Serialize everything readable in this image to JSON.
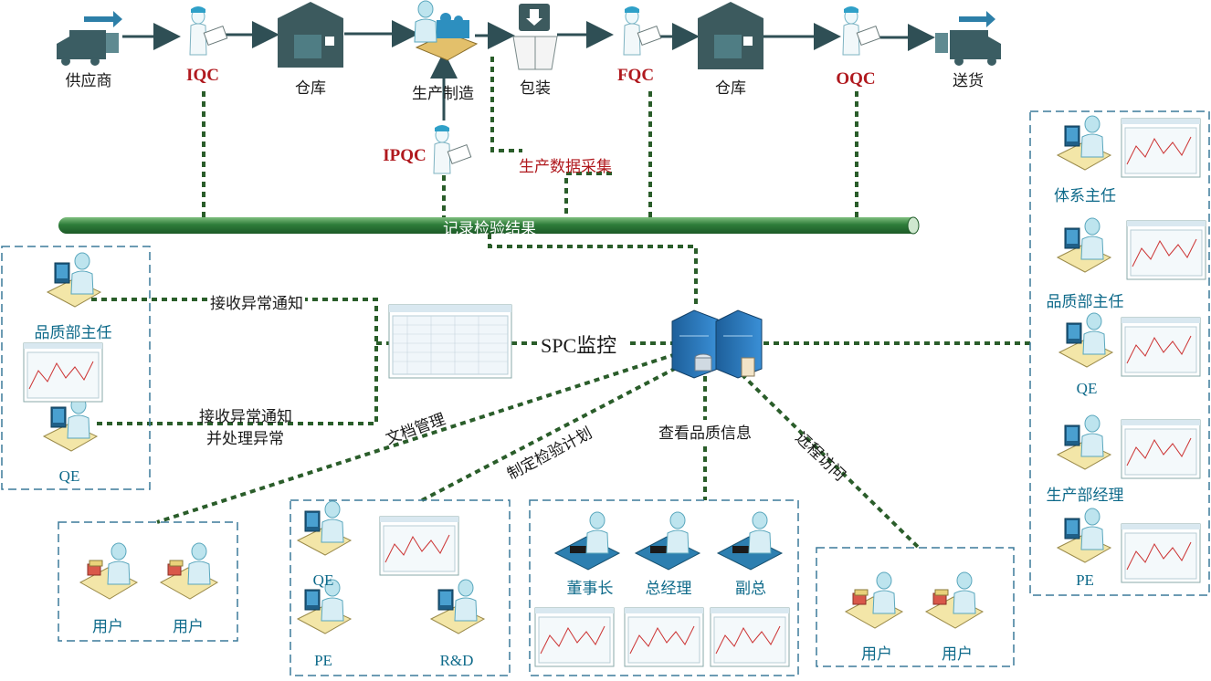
{
  "process": {
    "supplier": "供应商",
    "iqc": "IQC",
    "warehouse1": "仓库",
    "manufacturing": "生产制造",
    "packaging": "包装",
    "fqc": "FQC",
    "warehouse2": "仓库",
    "oqc": "OQC",
    "delivery": "送货",
    "ipqc": "IPQC",
    "data_collection": "生产数据采集",
    "record_bar": "记录检验结果"
  },
  "left_panel": {
    "quality_manager": "品质部主任",
    "qe": "QE",
    "receive_notice": "接收异常通知",
    "receive_handle_line1": "接收异常通知",
    "receive_handle_line2": "并处理异常"
  },
  "center": {
    "spc": "SPC监控",
    "doc_mgmt": "文档管理",
    "plan": "制定检验计划",
    "view_info": "查看品质信息",
    "remote": "远程访问"
  },
  "bottom_left": {
    "user1": "用户",
    "user2": "用户"
  },
  "bottom_pe": {
    "qe": "QE",
    "pe": "PE",
    "rd": "R&D"
  },
  "bottom_exec": {
    "chairman": "董事长",
    "gm": "总经理",
    "vp": "副总"
  },
  "bottom_right": {
    "user1": "用户",
    "user2": "用户"
  },
  "right_panel": {
    "system_manager": "体系主任",
    "quality_manager": "品质部主任",
    "qe": "QE",
    "production_manager": "生产部经理",
    "pe": "PE"
  },
  "colors": {
    "pipe": "#2e7d3a",
    "dash": "#2a5d2a",
    "teal_text": "#0e6a8a",
    "red_text": "#b0191e",
    "box_border": "#3b7a9a"
  }
}
